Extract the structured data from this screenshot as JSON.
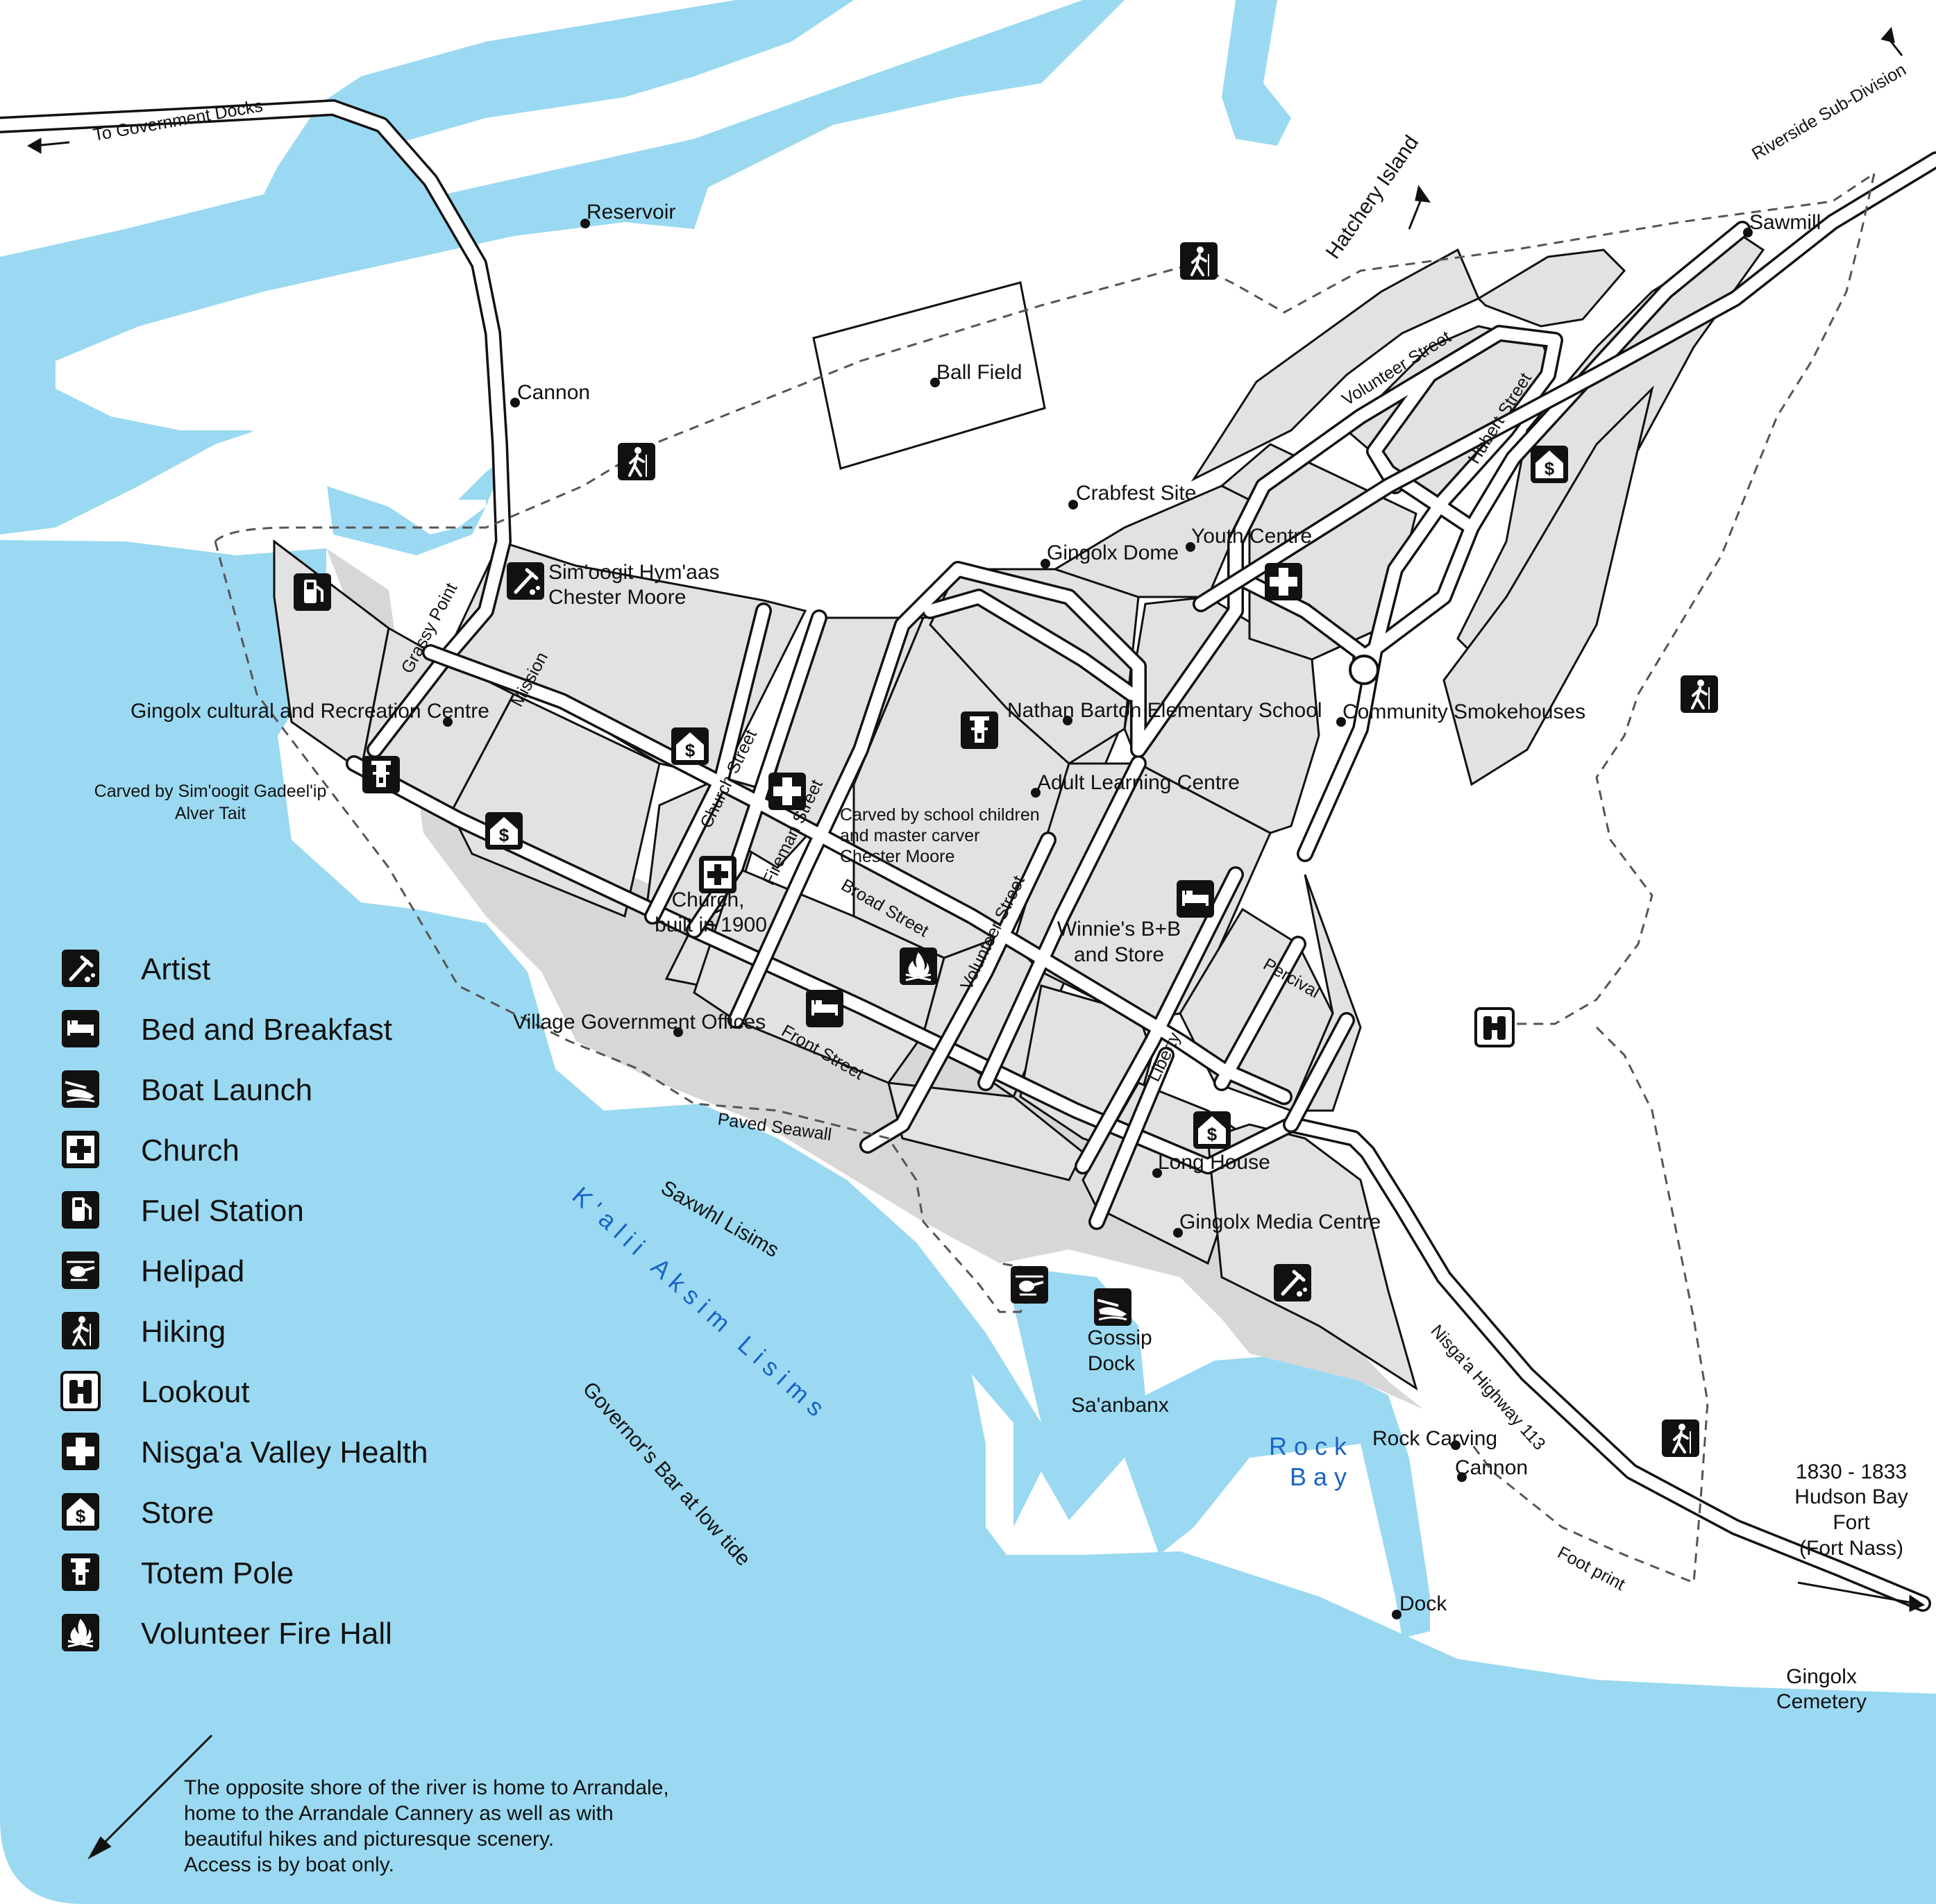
{
  "colors": {
    "water": "#9ad9f1",
    "block": "#e2e2e2",
    "shore": "#d7d7d7",
    "water_text": "#1a63c7"
  },
  "directions": {
    "government_docks": "To Government Docks",
    "riverside": "Riverside Sub-Division",
    "hatchery_island": "Hatchery Island",
    "fort_dates": "1830 - 1833",
    "fort_name": "Hudson Bay",
    "fort_word": "Fort",
    "fort_alt": "(Fort Nass)"
  },
  "places": {
    "reservoir": "Reservoir",
    "ball_field": "Ball Field",
    "cannon_north": "Cannon",
    "sawmill": "Sawmill",
    "crabfest": "Crabfest Site",
    "gingolx_dome": "Gingolx Dome",
    "youth_centre": "Youth Centre",
    "artist_line1": "Sim'oogit Hym'aas",
    "artist_line2": "Chester Moore",
    "cultural_centre": "Gingolx cultural and Recreation Centre",
    "carved_line1": "Carved by Sim'oogit Gadeel'ip",
    "carved_line2": "Alver Tait",
    "nathan_barton": "Nathan Barton Elementary School",
    "smokehouses": "Community Smokehouses",
    "adult_learning": "Adult Learning Centre",
    "school_carving_line1": "Carved by school children",
    "school_carving_line2": "and master carver",
    "school_carving_line3": "Chester Moore",
    "church_line1": "Church,",
    "church_line2": "built in 1900",
    "winnies_line1": "Winnie's B+B",
    "winnies_line2": "and Store",
    "village_office": "Village Government Offices",
    "paved_seawall": "Paved Seawall",
    "long_house": "Long House",
    "media_centre": "Gingolx Media Centre",
    "gossip_line1": "Gossip",
    "gossip_line2": "Dock",
    "saanbanx": "Sa'anbanx",
    "rock_carving": "Rock Carving",
    "cannon_south": "Cannon",
    "dock": "Dock",
    "foot_print": "Foot print",
    "cemetery_line1": "Gingolx",
    "cemetery_line2": "Cemetery",
    "saxwhl": "Saxwhl Lisims",
    "governors_bar": "Governor's Bar at low tide",
    "kalii": "K'alii Aksim Lisims",
    "rock_bay_line1": "Rock",
    "rock_bay_line2": "Bay"
  },
  "streets": {
    "grassy_point": "Grassy Point",
    "mission": "Mission",
    "church": "Church Street",
    "fireman": "Fireman Street",
    "broad": "Broad Street",
    "front": "Front Street",
    "volunteer_south": "Volunteer Street",
    "volunteer_north": "Volunteer Street",
    "hubert": "Hubert Street",
    "percival": "Percival",
    "liberty": "Liberty",
    "highway": "Nisga'a Highway 113"
  },
  "legend": [
    {
      "label": "Artist",
      "icon": "artist-icon"
    },
    {
      "label": "Bed and Breakfast",
      "icon": "bed-icon"
    },
    {
      "label": "Boat Launch",
      "icon": "boat-launch-icon"
    },
    {
      "label": "Church",
      "icon": "church-icon"
    },
    {
      "label": "Fuel Station",
      "icon": "fuel-icon"
    },
    {
      "label": "Helipad",
      "icon": "helipad-icon"
    },
    {
      "label": "Hiking",
      "icon": "hiking-icon"
    },
    {
      "label": "Lookout",
      "icon": "lookout-icon"
    },
    {
      "label": "Nisga'a Valley Health",
      "icon": "health-icon"
    },
    {
      "label": "Store",
      "icon": "store-icon"
    },
    {
      "label": "Totem Pole",
      "icon": "totem-icon"
    },
    {
      "label": "Volunteer Fire Hall",
      "icon": "fire-hall-icon"
    }
  ],
  "note": [
    "The opposite shore of the river is home to Arrandale,",
    "home to the Arrandale Cannery as well as with",
    "beautiful hikes and picturesque scenery.",
    "Access is by boat only."
  ]
}
